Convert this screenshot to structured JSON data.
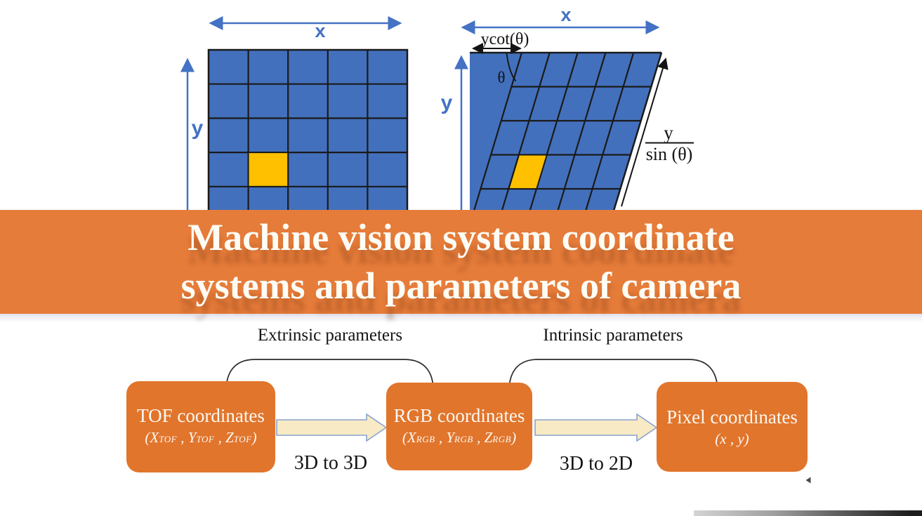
{
  "left_diagram": {
    "x_label": "x",
    "y_label": "y"
  },
  "right_diagram": {
    "x_label": "x",
    "y_label": "y",
    "skew_width_label": "ycot(θ)",
    "theta_label": "θ",
    "fraction_numerator": "y",
    "fraction_denominator": "sin (θ)"
  },
  "banner": {
    "title_line1": "Machine vision system coordinate",
    "title_line2": "systems and parameters of camera",
    "background_color": "#E67C3A",
    "text_color": "#FDFDF5"
  },
  "flow": {
    "extrinsic_label": "Extrinsic parameters",
    "intrinsic_label": "Intrinsic parameters",
    "arrow1_caption": "3D to 3D",
    "arrow2_caption": "3D to 2D",
    "boxes": [
      {
        "title": "TOF coordinates",
        "sub_open": "(X",
        "sub_s1": "TOF",
        "sub_mid1": " , Y",
        "sub_s2": "TOF",
        "sub_mid2": " , Z",
        "sub_s3": "TOF",
        "sub_close": ")"
      },
      {
        "title": "RGB coordinates",
        "sub_open": "(X",
        "sub_s1": "RGB",
        "sub_mid1": " , Y",
        "sub_s2": "RGB",
        "sub_mid2": " , Z",
        "sub_s3": "RGB",
        "sub_close": ")"
      },
      {
        "title": "Pixel coordinates",
        "sub": "(x , y)"
      }
    ],
    "box_color": "#E1752C"
  },
  "colors": {
    "grid_blue": "#4370BC",
    "highlight_gold": "#FFC000",
    "axis_blue": "#4472C4",
    "grid_border": "#1a1a1a",
    "block_arrow_fill": "#F7EAC4",
    "block_arrow_stroke": "#8aa2cf"
  }
}
